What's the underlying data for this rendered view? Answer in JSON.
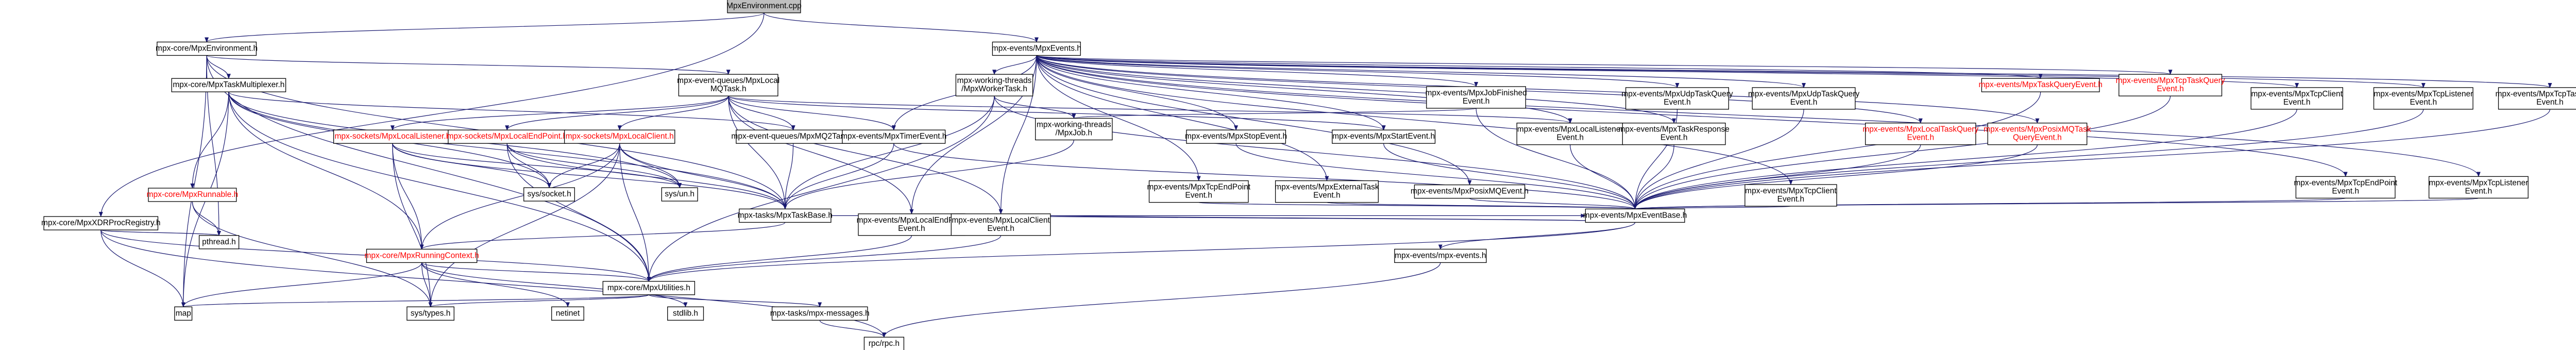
{
  "graph": {
    "nodes": [
      {
        "id": "root",
        "lines": [
          "MpxEnvironment.cpp"
        ],
        "style": "root"
      },
      {
        "id": "env",
        "lines": [
          "mpx-core/MpxEnvironment.h"
        ]
      },
      {
        "id": "tmx",
        "lines": [
          "mpx-core/MpxTaskMultiplexer.h"
        ]
      },
      {
        "id": "xdr",
        "lines": [
          "mpx-core/MpxXDRProcRegistry.h"
        ]
      },
      {
        "id": "runnable",
        "lines": [
          "mpx-core/MpxRunnable.h"
        ],
        "style": "red"
      },
      {
        "id": "running",
        "lines": [
          "mpx-core/MpxRunningContext.h"
        ],
        "style": "red"
      },
      {
        "id": "utilities",
        "lines": [
          "mpx-core/MpxUtilities.h"
        ]
      },
      {
        "id": "map",
        "lines": [
          "map"
        ]
      },
      {
        "id": "systypes",
        "lines": [
          "sys/types.h"
        ]
      },
      {
        "id": "pthread",
        "lines": [
          "pthread.h"
        ]
      },
      {
        "id": "netinet",
        "lines": [
          "netinet"
        ]
      },
      {
        "id": "stdlib",
        "lines": [
          "stdlib.h"
        ]
      },
      {
        "id": "rpc",
        "lines": [
          "rpc/rpc.h"
        ]
      },
      {
        "id": "tmsg",
        "lines": [
          "mpx-tasks/mpx-messages.h"
        ]
      },
      {
        "id": "qlocal",
        "lines": [
          "mpx-event-queues/MpxLocal",
          "MQTask.h"
        ]
      },
      {
        "id": "qmq2",
        "lines": [
          "mpx-event-queues/MpxMQ2Task.h"
        ]
      },
      {
        "id": "sll",
        "lines": [
          "mpx-sockets/MpxLocalListener.h"
        ],
        "style": "red"
      },
      {
        "id": "slep",
        "lines": [
          "mpx-sockets/MpxLocalEndPoint.h"
        ],
        "style": "red"
      },
      {
        "id": "slc",
        "lines": [
          "mpx-sockets/MpxLocalClient.h"
        ],
        "style": "red"
      },
      {
        "id": "sysun",
        "lines": [
          "sys/un.h"
        ]
      },
      {
        "id": "syssock",
        "lines": [
          "sys/socket.h"
        ]
      },
      {
        "id": "taskbase",
        "lines": [
          "mpx-tasks/MpxTaskBase.h"
        ]
      },
      {
        "id": "wt",
        "lines": [
          "mpx-working-threads",
          "/MpxWorkerTask.h"
        ]
      },
      {
        "id": "mpxjob",
        "lines": [
          "mpx-working-threads",
          "/MpxJob.h"
        ]
      },
      {
        "id": "events",
        "lines": [
          "mpx-events/MpxEvents.h"
        ]
      },
      {
        "id": "eventbase",
        "lines": [
          "mpx-events/MpxEventBase.h"
        ]
      },
      {
        "id": "mpxeventsh",
        "lines": [
          "mpx-events/mpx-events.h"
        ]
      },
      {
        "id": "timer",
        "lines": [
          "mpx-events/MpxTimerEvent.h"
        ]
      },
      {
        "id": "jobfin",
        "lines": [
          "mpx-events/MpxJobFinished",
          "Event.h"
        ]
      },
      {
        "id": "stop",
        "lines": [
          "mpx-events/MpxStopEvent.h"
        ]
      },
      {
        "id": "start",
        "lines": [
          "mpx-events/MpxStartEvent.h"
        ]
      },
      {
        "id": "tcpep",
        "lines": [
          "mpx-events/MpxTcpEndPoint",
          "Event.h"
        ]
      },
      {
        "id": "leep",
        "lines": [
          "mpx-events/MpxLocalEndPoint",
          "Event.h"
        ]
      },
      {
        "id": "lce",
        "lines": [
          "mpx-events/MpxLocalClient",
          "Event.h"
        ]
      },
      {
        "id": "ext",
        "lines": [
          "mpx-events/MpxExternalTask",
          "Event.h"
        ]
      },
      {
        "id": "posixmq",
        "lines": [
          "mpx-events/MpxPosixMQEvent.h"
        ]
      },
      {
        "id": "lle",
        "lines": [
          "mpx-events/MpxLocalListener",
          "Event.h"
        ]
      },
      {
        "id": "udpq",
        "lines": [
          "mpx-events/MpxUdpTaskQuery",
          "Event.h"
        ]
      },
      {
        "id": "udpq2",
        "lines": [
          "mpx-events/MpxUdpTaskQuery",
          "Event.h"
        ]
      },
      {
        "id": "tresp",
        "lines": [
          "mpx-events/MpxTaskResponse",
          "Event.h"
        ]
      },
      {
        "id": "tcpc",
        "lines": [
          "mpx-events/MpxTcpClient",
          "Event.h"
        ]
      },
      {
        "id": "lq",
        "lines": [
          "mpx-events/MpxLocalTaskQuery",
          "Event.h"
        ],
        "style": "red"
      },
      {
        "id": "tq",
        "lines": [
          "mpx-events/MpxTaskQueryEvent.h"
        ],
        "style": "red"
      },
      {
        "id": "pmq2",
        "lines": [
          "mpx-events/MpxPosixMQTask",
          "QueryEvent.h"
        ],
        "style": "red"
      },
      {
        "id": "tcptq",
        "lines": [
          "mpx-events/MpxTcpTaskQuery",
          "Event.h"
        ],
        "style": "red"
      },
      {
        "id": "tcpc2",
        "lines": [
          "mpx-events/MpxTcpClient",
          "Event.h"
        ]
      },
      {
        "id": "tcpl",
        "lines": [
          "mpx-events/MpxTcpListener",
          "Event.h"
        ]
      },
      {
        "id": "tcptq2",
        "lines": [
          "mpx-events/MpxTcpTaskQuery",
          "Event.h"
        ]
      },
      {
        "id": "tcpep2",
        "lines": [
          "mpx-events/MpxTcpEndPoint",
          "Event.h"
        ]
      },
      {
        "id": "tcpl2",
        "lines": [
          "mpx-events/MpxTcpListener",
          "Event.h"
        ]
      }
    ],
    "edges": [
      [
        "root",
        "env"
      ],
      [
        "root",
        "events"
      ],
      [
        "root",
        "xdr"
      ],
      [
        "env",
        "tmx"
      ],
      [
        "env",
        "qlocal"
      ],
      [
        "env",
        "utilities"
      ],
      [
        "env",
        "map"
      ],
      [
        "env",
        "pthread"
      ],
      [
        "env",
        "taskbase"
      ],
      [
        "tmx",
        "runnable"
      ],
      [
        "tmx",
        "running"
      ],
      [
        "tmx",
        "utilities"
      ],
      [
        "tmx",
        "map"
      ],
      [
        "tmx",
        "taskbase"
      ],
      [
        "tmx",
        "qmq2"
      ],
      [
        "tmx",
        "sysun"
      ],
      [
        "tmx",
        "syssock"
      ],
      [
        "xdr",
        "utilities"
      ],
      [
        "xdr",
        "map"
      ],
      [
        "xdr",
        "rpc"
      ],
      [
        "xdr",
        "pthread"
      ],
      [
        "runnable",
        "pthread"
      ],
      [
        "runnable",
        "systypes"
      ],
      [
        "running",
        "utilities"
      ],
      [
        "running",
        "systypes"
      ],
      [
        "running",
        "netinet"
      ],
      [
        "running",
        "stdlib"
      ],
      [
        "running",
        "map"
      ],
      [
        "utilities",
        "map"
      ],
      [
        "utilities",
        "systypes"
      ],
      [
        "utilities",
        "tmsg"
      ],
      [
        "tmsg",
        "rpc"
      ],
      [
        "qlocal",
        "sll"
      ],
      [
        "qlocal",
        "slep"
      ],
      [
        "qlocal",
        "slc"
      ],
      [
        "qlocal",
        "qmq2"
      ],
      [
        "qlocal",
        "taskbase"
      ],
      [
        "qlocal",
        "timer"
      ],
      [
        "qlocal",
        "leep"
      ],
      [
        "qlocal",
        "lce"
      ],
      [
        "qlocal",
        "lle"
      ],
      [
        "qlocal",
        "start"
      ],
      [
        "qmq2",
        "taskbase"
      ],
      [
        "sll",
        "running"
      ],
      [
        "sll",
        "systypes"
      ],
      [
        "sll",
        "syssock"
      ],
      [
        "sll",
        "sysun"
      ],
      [
        "sll",
        "taskbase"
      ],
      [
        "slep",
        "taskbase"
      ],
      [
        "slep",
        "utilities"
      ],
      [
        "slep",
        "syssock"
      ],
      [
        "slep",
        "sysun"
      ],
      [
        "slc",
        "taskbase"
      ],
      [
        "slc",
        "utilities"
      ],
      [
        "slc",
        "syssock"
      ],
      [
        "slc",
        "sysun"
      ],
      [
        "slc",
        "running"
      ],
      [
        "slc",
        "systypes"
      ],
      [
        "taskbase",
        "running"
      ],
      [
        "taskbase",
        "eventbase"
      ],
      [
        "wt",
        "mpxjob"
      ],
      [
        "wt",
        "taskbase"
      ],
      [
        "wt",
        "eventbase"
      ],
      [
        "wt",
        "utilities"
      ],
      [
        "mpxjob",
        "taskbase"
      ],
      [
        "events",
        "wt"
      ],
      [
        "events",
        "timer"
      ],
      [
        "events",
        "jobfin"
      ],
      [
        "events",
        "stop"
      ],
      [
        "events",
        "start"
      ],
      [
        "events",
        "tcpep"
      ],
      [
        "events",
        "leep"
      ],
      [
        "events",
        "lce"
      ],
      [
        "events",
        "ext"
      ],
      [
        "events",
        "posixmq"
      ],
      [
        "events",
        "lle"
      ],
      [
        "events",
        "udpq"
      ],
      [
        "events",
        "udpq2"
      ],
      [
        "events",
        "tresp"
      ],
      [
        "events",
        "tcpc"
      ],
      [
        "events",
        "lq"
      ],
      [
        "events",
        "tq"
      ],
      [
        "events",
        "pmq2"
      ],
      [
        "events",
        "tcptq"
      ],
      [
        "events",
        "tcpc2"
      ],
      [
        "events",
        "tcpl"
      ],
      [
        "events",
        "tcptq2"
      ],
      [
        "events",
        "tcpep2"
      ],
      [
        "events",
        "tcpl2"
      ],
      [
        "eventbase",
        "utilities"
      ],
      [
        "eventbase",
        "mpxeventsh"
      ],
      [
        "mpxeventsh",
        "rpc"
      ],
      [
        "timer",
        "eventbase"
      ],
      [
        "timer",
        "taskbase"
      ],
      [
        "jobfin",
        "mpxjob"
      ],
      [
        "jobfin",
        "eventbase"
      ],
      [
        "stop",
        "eventbase"
      ],
      [
        "start",
        "eventbase"
      ],
      [
        "tcpep",
        "eventbase"
      ],
      [
        "leep",
        "eventbase"
      ],
      [
        "leep",
        "utilities"
      ],
      [
        "lce",
        "eventbase"
      ],
      [
        "lce",
        "utilities"
      ],
      [
        "ext",
        "eventbase"
      ],
      [
        "posixmq",
        "eventbase"
      ],
      [
        "lle",
        "eventbase"
      ],
      [
        "udpq",
        "eventbase"
      ],
      [
        "udpq2",
        "eventbase"
      ],
      [
        "tresp",
        "eventbase"
      ],
      [
        "tcpc",
        "eventbase"
      ],
      [
        "lq",
        "eventbase"
      ],
      [
        "tq",
        "eventbase"
      ],
      [
        "pmq2",
        "eventbase"
      ],
      [
        "tcptq",
        "eventbase"
      ],
      [
        "tcpc2",
        "eventbase"
      ],
      [
        "tcpl",
        "eventbase"
      ],
      [
        "tcptq2",
        "eventbase"
      ],
      [
        "tcpep2",
        "eventbase"
      ],
      [
        "tcpl2",
        "eventbase"
      ]
    ]
  }
}
